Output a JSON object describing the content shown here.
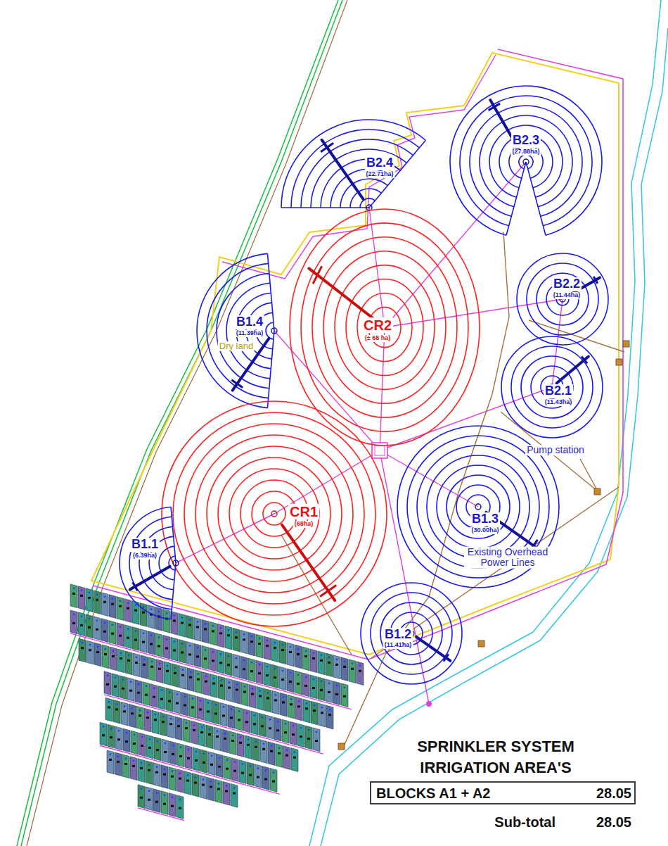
{
  "diagram": {
    "title": "SPRINKLER SYSTEM IRRIGATION AREA'S",
    "nodes": [
      {
        "text": [
          "B2.3",
          "(27.88ha)"
        ]
      },
      {
        "text": [
          "B2.4",
          "(22.71ha)"
        ]
      },
      {
        "text": [
          "CR2",
          "(± 68 ha)"
        ]
      },
      {
        "text": [
          "B2.2",
          "(11.44ha)"
        ]
      },
      {
        "text": [
          "B1.4",
          "(11.39ha)"
        ]
      },
      {
        "text": [
          "B2.1",
          "(11.43ha)"
        ]
      },
      {
        "text": [
          "CR1",
          "(68ha)"
        ]
      },
      {
        "text": [
          "B1.3",
          "(30.00ha)"
        ]
      },
      {
        "text": [
          "B1.1",
          "(6.39ha)"
        ]
      },
      {
        "text": [
          "B1.2",
          "(11.41ha)"
        ]
      }
    ],
    "labels": [
      "Dry land",
      "Pump station",
      "Existing Overhead Power Lines",
      "BLOCKS A1 + A2",
      "28.05",
      "Sub-total",
      "28.05"
    ]
  }
}
